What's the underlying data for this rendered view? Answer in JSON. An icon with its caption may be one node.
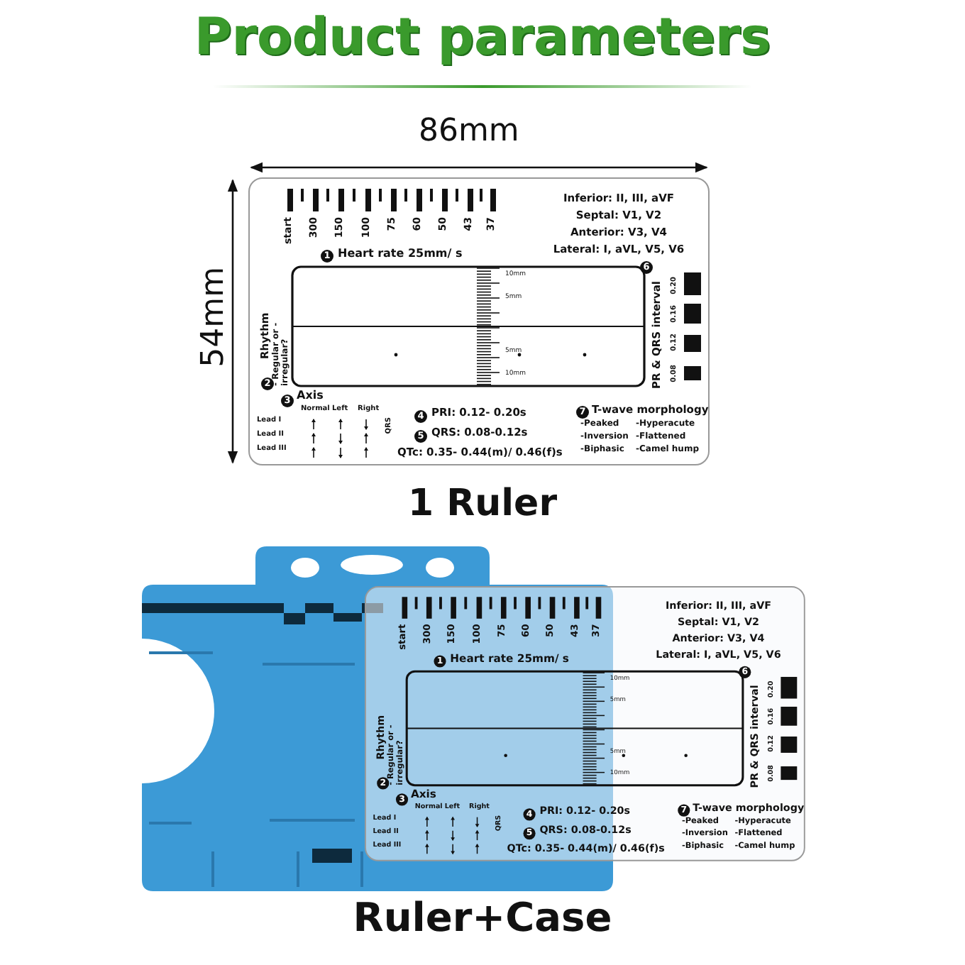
{
  "diagram": {
    "title": "Product parameters",
    "labels": [
      "86mm",
      "54mm",
      "start",
      "300",
      "150",
      "100",
      "75",
      "60",
      "50",
      "43",
      "37",
      "Inferior: II, III, aVF",
      "Septal: V1, V2",
      "Anterior: V3, V4",
      "Lateral: I, aVL, V5, V6",
      "1",
      "Heart rate 25mm/ s",
      "2",
      "Rhythm",
      "- Regular or - irregular?",
      "6",
      "PR & QRS interval",
      "0.20",
      "0.16",
      "0.12",
      "0.08",
      "10mm",
      "5mm",
      "5mm",
      "10mm",
      "3",
      "Axis",
      "Normal",
      "Left",
      "Right",
      "Lead I",
      "Lead II",
      "Lead III",
      "QRS",
      "4",
      "PRI: 0.12- 0.20s",
      "5",
      "QRS: 0.08-0.12s",
      "QTc: 0.35- 0.44(m)/ 0.46(f)s",
      "7",
      "T-wave morphology",
      "-Peaked",
      "-Hyperacute",
      "-Inversion",
      "-Flattened",
      "-Biphasic",
      "-Camel hump",
      "1 Ruler",
      "start",
      "300",
      "150",
      "100",
      "75",
      "60",
      "50",
      "43",
      "37",
      "Inferior: II, III, aVF",
      "Septal: V1, V2",
      "Anterior: V3, V4",
      "Lateral: I, aVL, V5, V6",
      "1",
      "Heart rate 25mm/ s",
      "2",
      "Rhythm",
      "- Regular or - irregular?",
      "6",
      "PR & QRS interval",
      "0.20",
      "0.16",
      "0.12",
      "0.08",
      "10mm",
      "5mm",
      "5mm",
      "10mm",
      "3",
      "Axis",
      "Normal",
      "Left",
      "Right",
      "Lead I",
      "Lead II",
      "Lead III",
      "QRS",
      "4",
      "PRI: 0.12- 0.20s",
      "5",
      "QRS: 0.08-0.12s",
      "QTc: 0.35- 0.44(m)/ 0.46(f)s",
      "7",
      "T-wave morphology",
      "-Peaked",
      "-Hyperacute",
      "-Inversion",
      "-Flattened",
      "-Biphasic",
      "-Camel hump",
      "Ruler+Case"
    ]
  }
}
